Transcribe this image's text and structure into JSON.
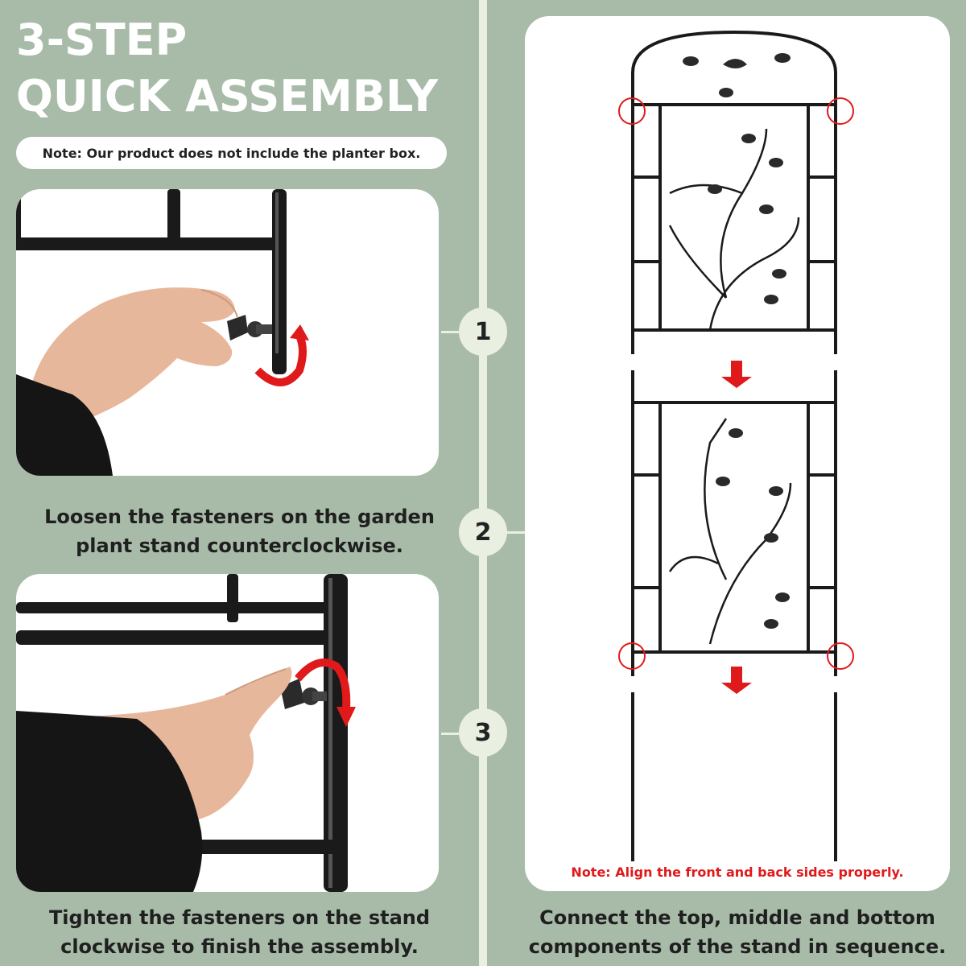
{
  "header": {
    "title_line1": "3-STEP",
    "title_line2": "QUICK ASSEMBLY",
    "note": "Note: Our product does not include the planter box."
  },
  "steps": [
    {
      "number": "1",
      "caption": "Loosen the fasteners on the garden plant stand counterclockwise."
    },
    {
      "number": "2",
      "caption": "Connect the top, middle and bottom components of the stand in sequence."
    },
    {
      "number": "3",
      "caption": "Tighten the fasteners on the stand clockwise to finish the assembly."
    }
  ],
  "assembly_note": "Note: Align the front and back sides properly.",
  "colors": {
    "background": "#a8bba8",
    "accent_light": "#e9f0e2",
    "warning_red": "#e0191b",
    "metal": "#1a1a1a"
  }
}
